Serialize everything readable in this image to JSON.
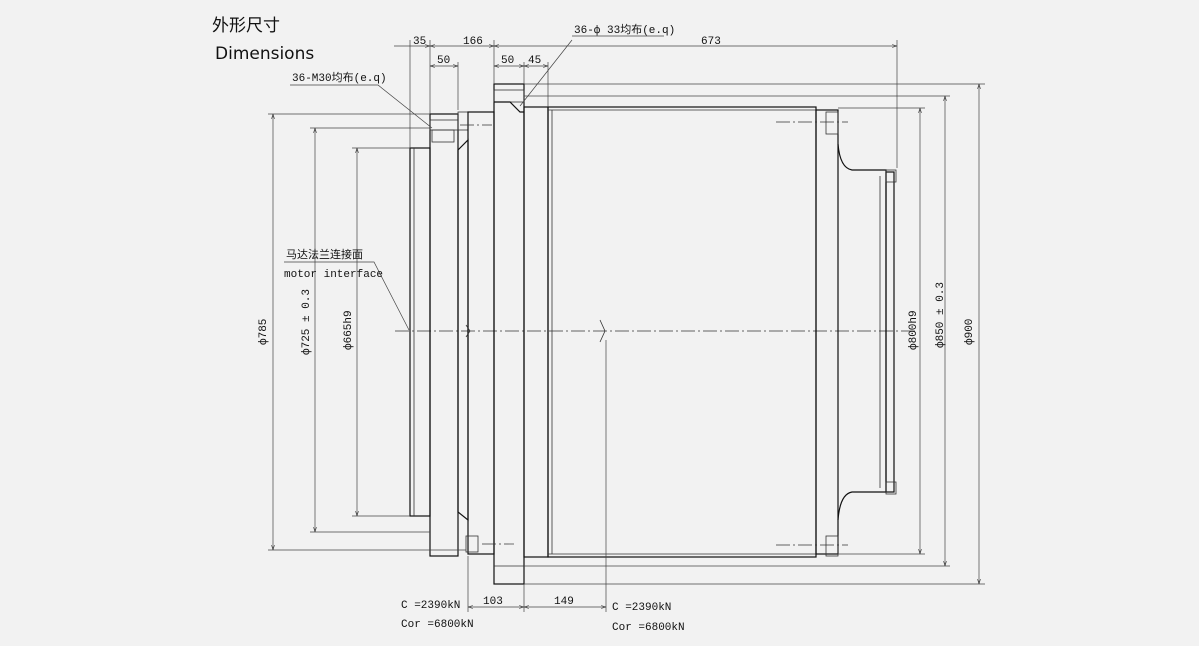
{
  "header": {
    "title_cn": "外形尺寸",
    "title_en": "Dimensions"
  },
  "notes": {
    "bolt_left": "36-M30均布(e.q)",
    "bolt_right": "36-ф 33均布(e.q)",
    "motor_cn": "马达法兰连接面",
    "motor_en": "motor interface"
  },
  "dimensions": {
    "d35": "35",
    "d50_left": "50",
    "d166": "166",
    "d50_right": "50",
    "d45": "45",
    "d673": "673",
    "d103": "103",
    "d149": "149",
    "dia785": "ф785",
    "dia725": "ф725 ± 0.3",
    "dia665": "ф665h9",
    "dia800": "ф800h9",
    "dia850": "ф850 ± 0.3",
    "dia900": "ф900"
  },
  "ratings": {
    "left_c": "C =2390kN",
    "left_cor": "Cor =6800kN",
    "right_c": "C =2390kN",
    "right_cor": "Cor =6800kN"
  }
}
